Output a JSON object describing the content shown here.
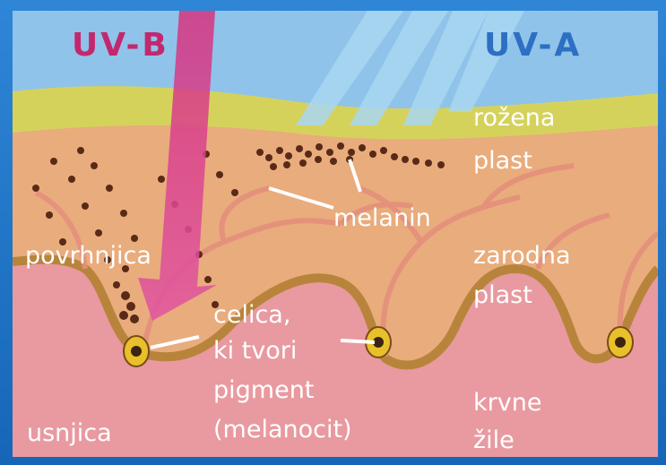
{
  "headings": {
    "uvb": "UV-B",
    "uva": "UV-A"
  },
  "labels": {
    "rozena_1": "rožena",
    "rozena_2": "plast",
    "melanin": "melanin",
    "povrhnjica": "povrhnjica",
    "zarodna_1": "zarodna",
    "zarodna_2": "plast",
    "celica_1": "celica,",
    "celica_2": "ki tvori",
    "celica_3": "pigment",
    "celica_4": "(melanocit)",
    "krvne_1": "krvne",
    "krvne_2": "žile",
    "usnjica": "usnjica"
  },
  "colors": {
    "background": "#1a6fc0",
    "uvb": "#d6337f",
    "uva": "#8fc7ec",
    "stratum_corneum": "#d5d25c",
    "epidermis": "#e9ac7c",
    "dermis": "#e89aa0",
    "melanocyte": "#e8c12a"
  }
}
